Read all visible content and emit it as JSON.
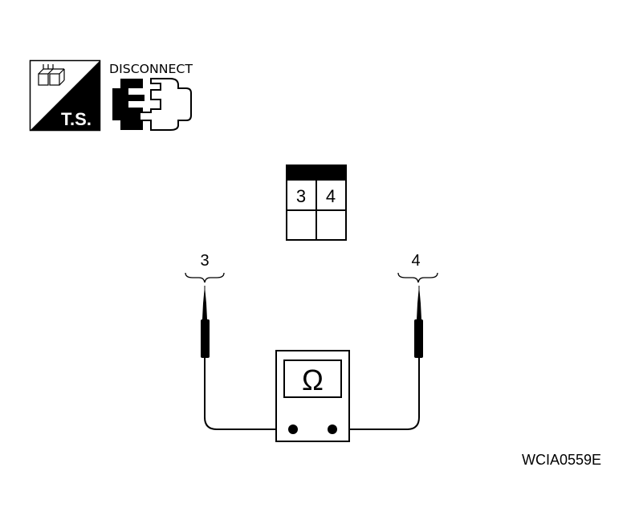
{
  "badge": {
    "ts_label": "T.S.",
    "disconnect_label": "DISCONNECT"
  },
  "connector": {
    "pins": [
      "3",
      "4"
    ]
  },
  "probes": {
    "left_label": "3",
    "right_label": "4"
  },
  "meter": {
    "symbol": "Ω"
  },
  "figure_code": "WCIA0559E",
  "colors": {
    "ink": "#000000",
    "paper": "#ffffff"
  }
}
